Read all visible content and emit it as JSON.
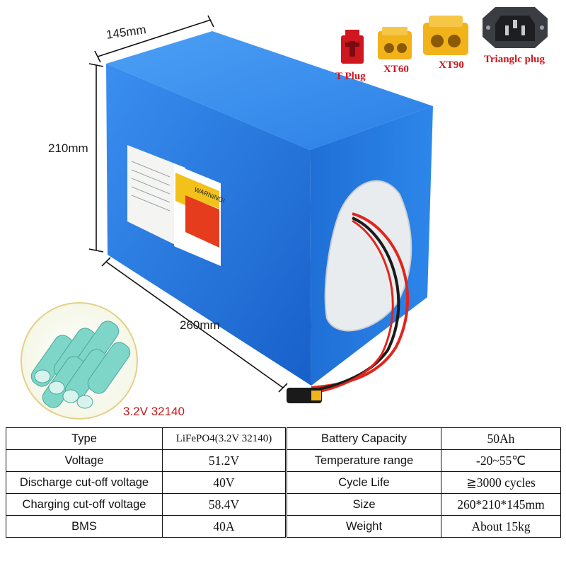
{
  "dimensions": {
    "width": "145mm",
    "height": "210mm",
    "length": "260mm"
  },
  "plugs": [
    {
      "label": "T Plug",
      "icon": "t-plug-connector-icon"
    },
    {
      "label": "XT60",
      "icon": "xt60-connector-icon"
    },
    {
      "label": "XT90",
      "icon": "xt90-connector-icon"
    },
    {
      "label": "Trianglc plug",
      "icon": "iec-power-socket-icon"
    }
  ],
  "cell": {
    "label": "3.2V 32140"
  },
  "battery_label": {
    "warning_text": "WARNING!"
  },
  "colors": {
    "pack_blue": "#1d6fd8",
    "plug_red": "#d0161e",
    "xt_yellow": "#f2b21a",
    "cell_teal": "#6fd1c2"
  },
  "specs": {
    "rows": [
      {
        "k1": "Type",
        "v1": "LiFePO4(3.2V 32140)",
        "k2": "Battery Capacity",
        "v2": "50Ah"
      },
      {
        "k1": "Voltage",
        "v1": "51.2V",
        "k2": "Temperature range",
        "v2": "-20~55℃"
      },
      {
        "k1": "Discharge cut-off voltage",
        "v1": "40V",
        "k2": "Cycle Life",
        "v2": "≧3000 cycles"
      },
      {
        "k1": "Charging cut-off voltage",
        "v1": "58.4V",
        "k2": "Size",
        "v2": "260*210*145mm"
      },
      {
        "k1": "BMS",
        "v1": "40A",
        "k2": "Weight",
        "v2": "About 15kg"
      }
    ]
  }
}
